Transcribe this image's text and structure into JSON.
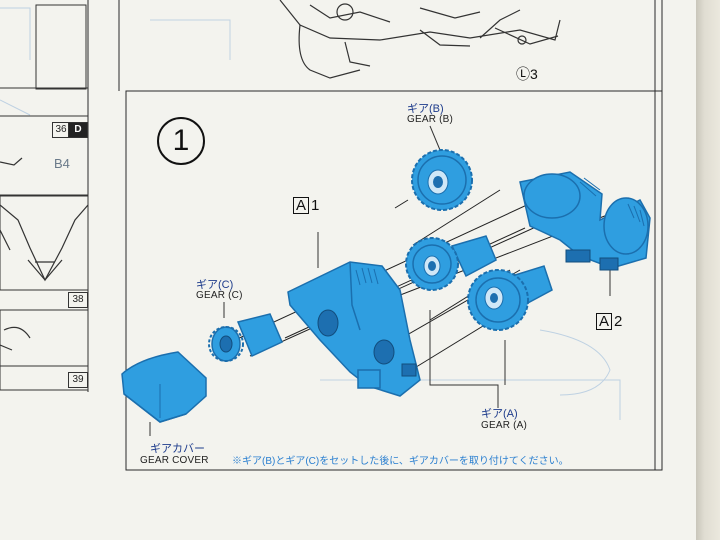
{
  "step": {
    "number": "1"
  },
  "parts": {
    "a1": {
      "letter": "A",
      "number": "1"
    },
    "a2": {
      "letter": "A",
      "number": "2"
    },
    "l3": "Ⓛ3"
  },
  "labels": {
    "gear_b_jp": "ギア(B)",
    "gear_b_en": "GEAR (B)",
    "gear_c_jp": "ギア(C)",
    "gear_c_en": "GEAR (C)",
    "gear_a_jp": "ギア(A)",
    "gear_a_en": "GEAR (A)",
    "gear_cover_jp": "ギアカバー",
    "gear_cover_en": "GEAR COVER"
  },
  "note": "※ギア(B)とギア(C)をセットした後に、ギアカバーを取り付けてください。",
  "runner_tags": {
    "d_num": "36",
    "d_letter": "D",
    "tag38": "38",
    "tag39": "39",
    "b4": "B4"
  },
  "colors": {
    "part_blue": "#2f9ee0",
    "part_blue_dark": "#1b6fae",
    "note_blue": "#2a7fd0"
  }
}
